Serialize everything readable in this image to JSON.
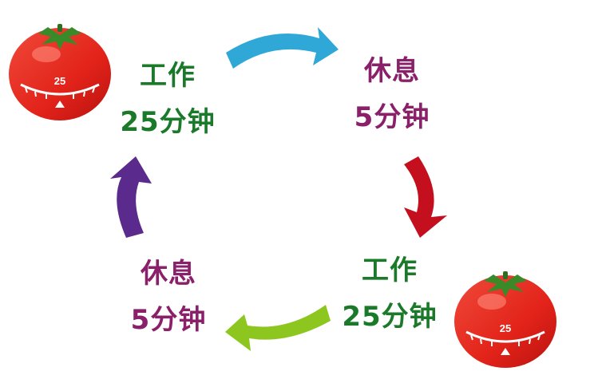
{
  "colors": {
    "work_text": "#1a7a2a",
    "rest_text": "#8a1f6a",
    "arrow_blue": "#2fa8d8",
    "arrow_red": "#c4101e",
    "arrow_green": "#8cc61e",
    "arrow_purple": "#5a2a8c",
    "tomato_red": "#e2231a",
    "tomato_leaf": "#3a8a2a"
  },
  "steps": [
    {
      "line1": "工作",
      "line2": "25分钟"
    },
    {
      "line1": "休息",
      "line2": "5分钟"
    },
    {
      "line1": "工作",
      "line2": "25分钟"
    },
    {
      "line1": "休息",
      "line2": "5分钟"
    }
  ],
  "timer_number": "25",
  "icons": [
    "tomato-timer-icon",
    "arrow-right-icon",
    "arrow-down-icon",
    "arrow-left-icon",
    "arrow-up-icon"
  ]
}
